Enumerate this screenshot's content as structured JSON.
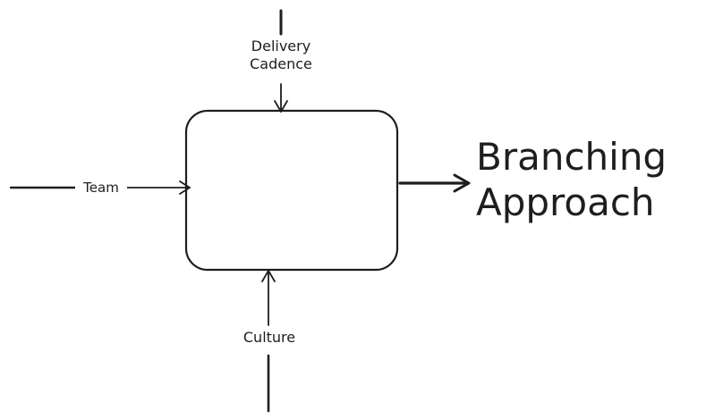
{
  "diagram": {
    "inputs": {
      "top": {
        "label": "Delivery\nCadence"
      },
      "left": {
        "label": "Team"
      },
      "bottom": {
        "label": "Culture"
      }
    },
    "output": {
      "label": "Branching\nApproach"
    },
    "colors": {
      "stroke": "#1e1e1e",
      "background": "#ffffff"
    }
  }
}
